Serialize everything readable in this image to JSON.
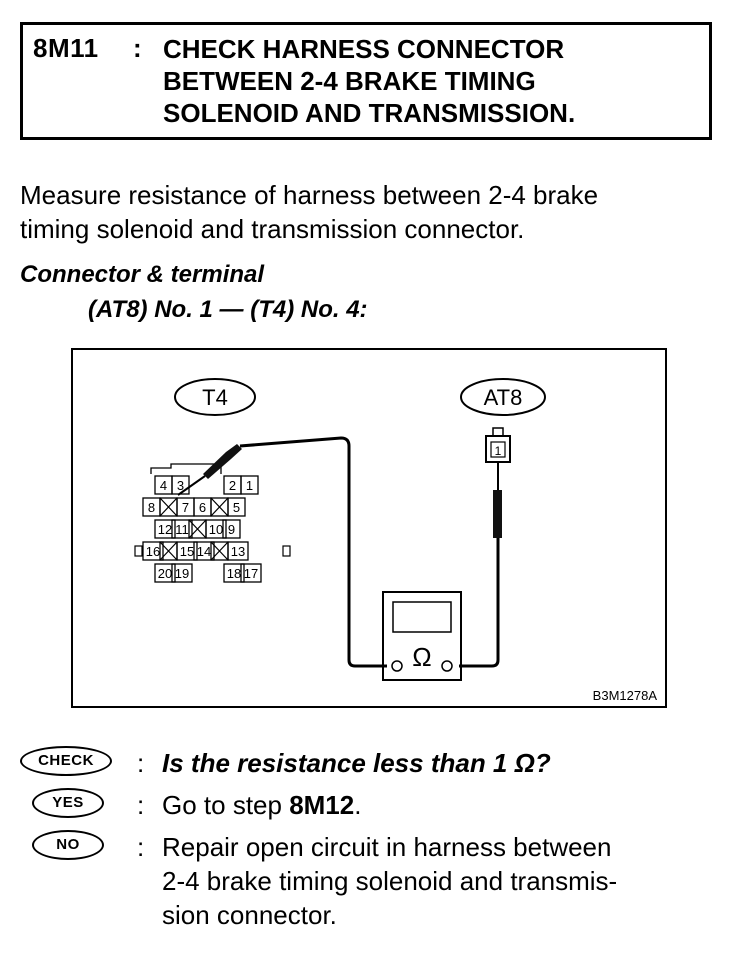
{
  "step": {
    "number": "8M11",
    "colon": ":",
    "title_lines": [
      "CHECK HARNESS CONNECTOR",
      "BETWEEN 2-4 BRAKE TIMING",
      "SOLENOID AND TRANSMISSION."
    ]
  },
  "intro_lines": [
    "Measure resistance of harness between 2-4 brake",
    "timing solenoid and transmission connector."
  ],
  "connector": {
    "heading": "Connector & terminal",
    "detail": "(AT8) No. 1 — (T4) No. 4:"
  },
  "diagram": {
    "label_t4": "T4",
    "label_at8": "AT8",
    "at8_pin": "1",
    "ohm_symbol": "Ω",
    "figure_code": "B3M1278A",
    "t4_rows": [
      [
        "4",
        "3",
        "",
        "2",
        "1"
      ],
      [
        "8",
        "x",
        "7",
        "6",
        "x",
        "5"
      ],
      [
        "12",
        "11",
        "x",
        "10",
        "9"
      ],
      [
        "16",
        "x",
        "15",
        "14",
        "x",
        "13"
      ],
      [
        "20",
        "19",
        "",
        "18",
        "17"
      ]
    ]
  },
  "results": {
    "check_badge": "CHECK",
    "check_colon": ":",
    "check_text": "Is the resistance less than 1 Ω?",
    "yes_badge": "YES",
    "yes_colon": ":",
    "yes_prefix": "Go to step ",
    "yes_step": "8M12",
    "yes_suffix": ".",
    "no_badge": "NO",
    "no_colon": ":",
    "no_lines": [
      "Repair open circuit in harness between",
      "2-4 brake timing solenoid and transmis-",
      "sion connector."
    ]
  }
}
